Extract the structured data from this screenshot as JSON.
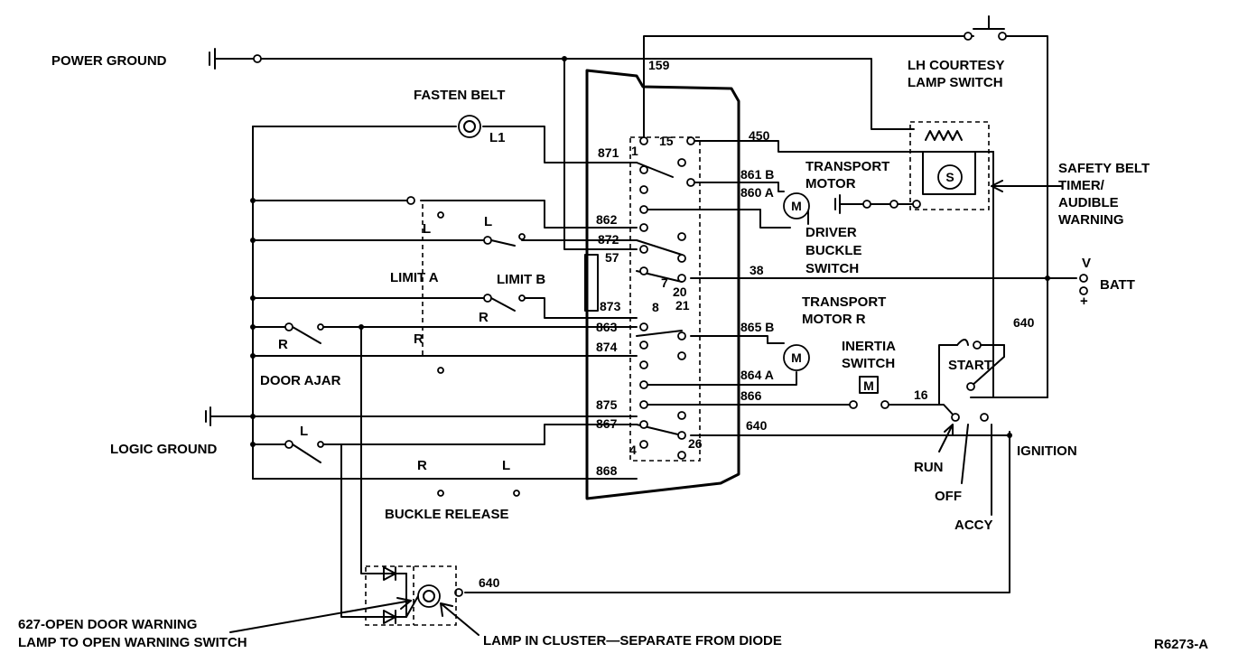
{
  "labels": {
    "power_ground": "POWER GROUND",
    "fasten_belt": "FASTEN BELT",
    "l1": "L1",
    "limit_a": "LIMIT A",
    "limit_b": "LIMIT B",
    "door_ajar": "DOOR AJAR",
    "logic_ground": "LOGIC GROUND",
    "buckle_release": "BUCKLE RELEASE",
    "open_door_lamp_1": "627-OPEN DOOR WARNING",
    "open_door_lamp_2": "LAMP TO OPEN WARNING SWITCH",
    "lamp_in_cluster": "LAMP IN CLUSTER—SEPARATE FROM DIODE",
    "lh_courtesy_1": "LH COURTESY",
    "lh_courtesy_2": "LAMP SWITCH",
    "transport_motor_1": "TRANSPORT",
    "transport_motor_2": "MOTOR",
    "driver_buckle_1": "DRIVER",
    "driver_buckle_2": "BUCKLE",
    "driver_buckle_3": "SWITCH",
    "transport_motor_r_1": "TRANSPORT",
    "transport_motor_r_2": "MOTOR R",
    "inertia_1": "INERTIA",
    "inertia_2": "SWITCH",
    "safety_belt_1": "SAFETY BELT",
    "safety_belt_2": "TIMER/",
    "safety_belt_3": "AUDIBLE",
    "safety_belt_4": "WARNING",
    "v": "V",
    "batt": "BATT",
    "plus": "+",
    "start": "START",
    "ignition": "IGNITION",
    "run": "RUN",
    "off": "OFF",
    "accy": "ACCY",
    "ref": "R6273-A",
    "motor_symbol": "M",
    "s_symbol": "S",
    "inertia_symbol": "M",
    "switch_l": "L",
    "switch_r": "R"
  },
  "wires": {
    "w159": "159",
    "w871": "871",
    "w1": "1",
    "w15": "15",
    "w450": "450",
    "w861b": "861 B",
    "w860a": "860 A",
    "w862": "862",
    "w872": "872",
    "w57": "57",
    "w7": "7",
    "w20": "20",
    "w21": "21",
    "w38": "38",
    "w873": "873",
    "w8": "8",
    "w863": "863",
    "w874": "874",
    "w865b": "865 B",
    "w864a": "864 A",
    "w875": "875",
    "w866": "866",
    "w16": "16",
    "w867": "867",
    "w640a": "640",
    "w640b": "640",
    "w640c": "640",
    "w4": "4",
    "w26": "26",
    "w868": "868"
  }
}
